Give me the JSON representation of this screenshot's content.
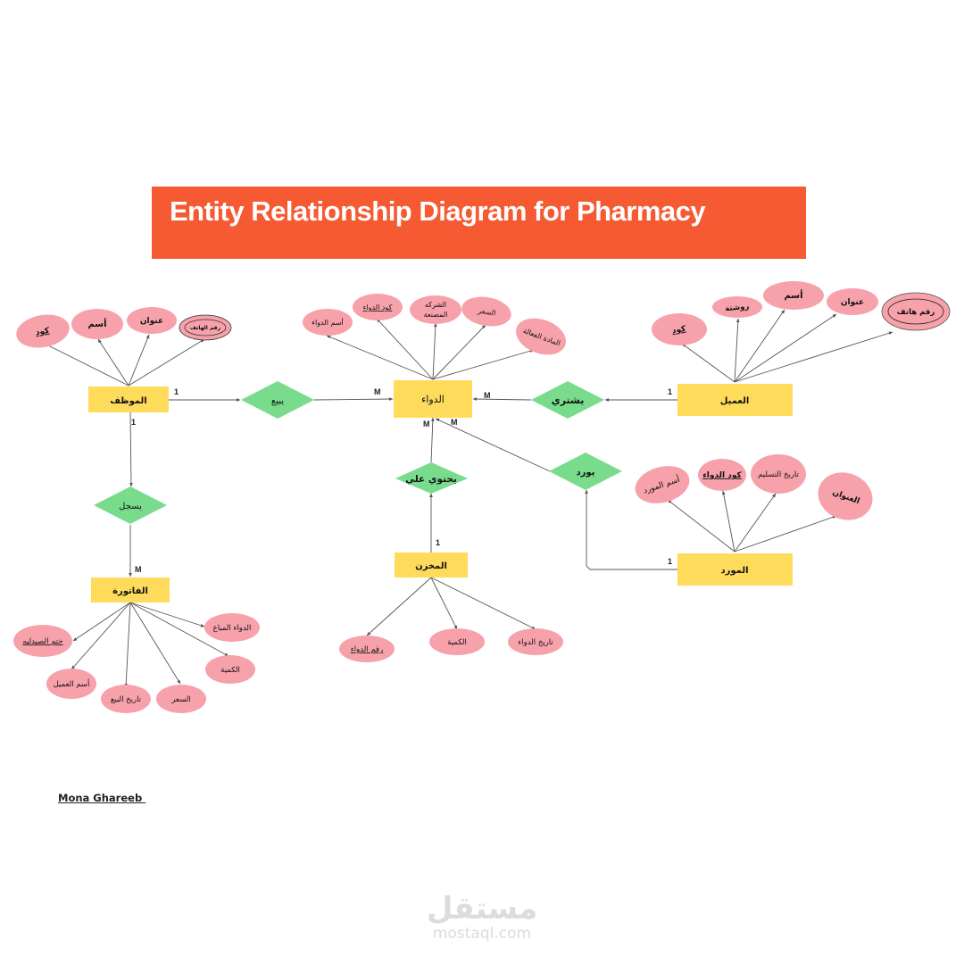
{
  "title": "Entity Relationship Diagram for Pharmacy",
  "author": "Mona Ghareeb ",
  "watermark": {
    "arabic": "مستقل",
    "domain": "mostaql.com"
  },
  "colors": {
    "title_bg": "#f55a32",
    "entity": "#ffdb5c",
    "relationship": "#78dc8c",
    "attribute": "#f7a1ab",
    "line": "#555555"
  },
  "entities": {
    "employee": "الموظف",
    "medicine": "الدواء",
    "customer": "العميل",
    "invoice": "الفاتورة",
    "warehouse": "المخزن",
    "supplier": "المورد"
  },
  "relationships": {
    "sells": "يبيع",
    "buys": "يشتري",
    "records": "يسجل",
    "contains": "يحتوي علي",
    "supplies": "يورد"
  },
  "attributes": {
    "employee": [
      {
        "label": "كود",
        "key": true,
        "multivalued": false
      },
      {
        "label": "أسم",
        "key": false,
        "multivalued": false
      },
      {
        "label": "عنوان",
        "key": false,
        "multivalued": false
      },
      {
        "label": "رقم الهاتف",
        "key": false,
        "multivalued": true
      }
    ],
    "medicine": [
      {
        "label": "أسم الدواء",
        "key": false,
        "multivalued": false
      },
      {
        "label": "كود الدواء",
        "key": true,
        "multivalued": false
      },
      {
        "label": "الشركه المصنعة",
        "key": false,
        "multivalued": false
      },
      {
        "label": "السعر",
        "key": false,
        "multivalued": false
      },
      {
        "label": "المادة الفعالة",
        "key": false,
        "multivalued": false
      }
    ],
    "customer": [
      {
        "label": "كود",
        "key": true,
        "multivalued": false
      },
      {
        "label": "روشتة",
        "key": false,
        "multivalued": false
      },
      {
        "label": "أسم",
        "key": false,
        "multivalued": false
      },
      {
        "label": "عنوان",
        "key": false,
        "multivalued": false
      },
      {
        "label": "رقم هاتف",
        "key": false,
        "multivalued": true
      }
    ],
    "supplier": [
      {
        "label": "أسم المورد",
        "key": false,
        "multivalued": false
      },
      {
        "label": "كود الدواء",
        "key": true,
        "multivalued": false
      },
      {
        "label": "تاريخ التسليم",
        "key": false,
        "multivalued": false
      },
      {
        "label": "العنوان",
        "key": false,
        "multivalued": false
      }
    ],
    "invoice": [
      {
        "label": "ختم الصيدليه",
        "key": true,
        "multivalued": false
      },
      {
        "label": "أسم العميل",
        "key": false,
        "multivalued": false
      },
      {
        "label": "تاريخ البيع",
        "key": false,
        "multivalued": false
      },
      {
        "label": "السعر",
        "key": false,
        "multivalued": false
      },
      {
        "label": "الكمية",
        "key": false,
        "multivalued": false
      },
      {
        "label": "الدواء المباع",
        "key": false,
        "multivalued": false
      }
    ],
    "warehouse": [
      {
        "label": "رقم الدواء",
        "key": true,
        "multivalued": false
      },
      {
        "label": "الكمية",
        "key": false,
        "multivalued": false
      },
      {
        "label": "تاريخ الدواء",
        "key": false,
        "multivalued": false
      }
    ]
  },
  "cardinalities": {
    "employee_sells": "1",
    "sells_medicine": "M",
    "customer_buys": "1",
    "buys_medicine": "M",
    "employee_records": "1",
    "records_invoice": "M",
    "warehouse_contains": "1",
    "contains_medicine": "M",
    "supplier_supplies": "1",
    "supplies_medicine": "M"
  }
}
